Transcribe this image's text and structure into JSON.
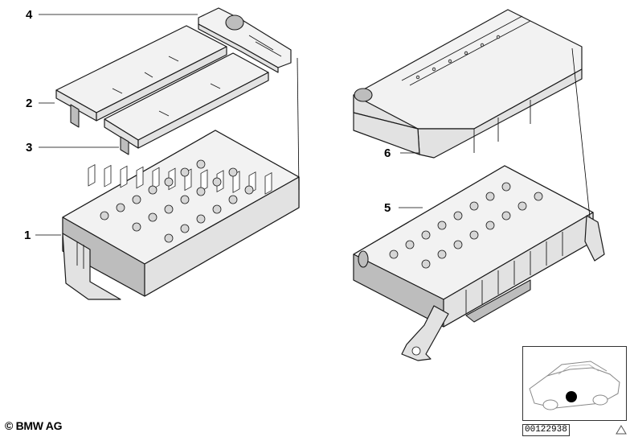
{
  "callouts": [
    {
      "id": "4",
      "label": "4"
    },
    {
      "id": "2",
      "label": "2"
    },
    {
      "id": "3",
      "label": "3"
    },
    {
      "id": "1",
      "label": "1"
    },
    {
      "id": "6",
      "label": "6"
    },
    {
      "id": "5",
      "label": "5"
    }
  ],
  "footer": {
    "copyright": "© BMW AG",
    "document_number": "00122938"
  },
  "thumbnail": {
    "marker_color": "#000000"
  },
  "icons": [
    "warning-triangle-icon",
    "vehicle-location-thumbnail"
  ]
}
